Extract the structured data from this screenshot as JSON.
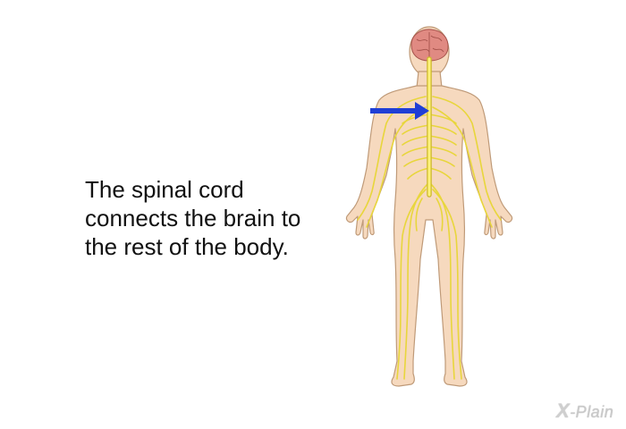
{
  "caption": {
    "line1": "The spinal cord",
    "line2": "connects the brain to",
    "line3": "the rest of the body."
  },
  "logo": {
    "mark": "X",
    "text": "-Plain"
  },
  "colors": {
    "skin": "#f6d9be",
    "skin_outline": "#bf9a78",
    "nerve": "#f2e44a",
    "nerve_outline": "#cbb82a",
    "brain": "#e08a82",
    "arrow": "#1f3fd6"
  },
  "icons": {
    "arrow": "arrow-right-icon",
    "logo": "xplain-logo-icon"
  }
}
